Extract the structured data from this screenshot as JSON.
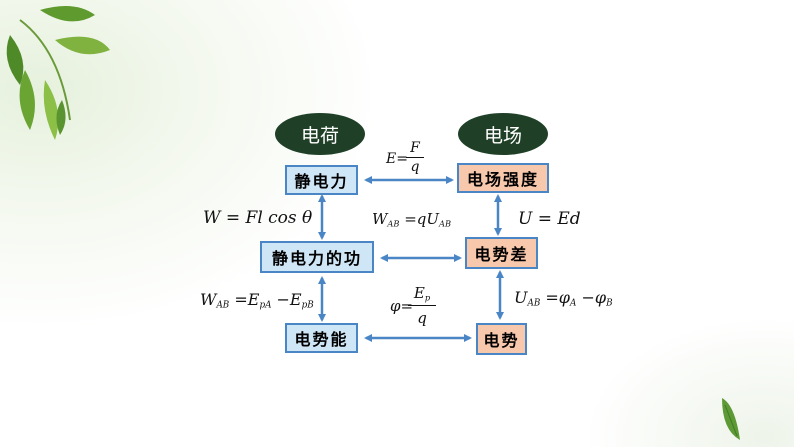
{
  "nodes": {
    "charge": "电荷",
    "field": "电场",
    "electrostatic_force": "静电力",
    "field_strength": "电场强度",
    "work": "静电力的功",
    "potential_difference": "电势差",
    "potential_energy": "电势能",
    "potential": "电势"
  },
  "formulas": {
    "e_lhs": "E=",
    "e_num": "F",
    "e_den": "q",
    "w_fl": "W = Fl cos θ",
    "wab_lhs": "W",
    "wab_sub": "AB",
    "wab_mid": " =qU",
    "wab_sub2": "AB",
    "u_ed": "U = Ed",
    "wab2_w": "W",
    "wab2_sub": "AB",
    "wab2_eq": " =E",
    "wab2_pa": "pA",
    "wab2_minus": " −E",
    "wab2_pb": "pB",
    "phi_lhs": "φ=",
    "phi_num": "E",
    "phi_num_sub": "p",
    "phi_den": "q",
    "uab_u": "U",
    "uab_sub": "AB",
    "uab_eq": " =φ",
    "uab_a": "A",
    "uab_minus": " −φ",
    "uab_b": "B"
  },
  "colors": {
    "oval": "#1f4027",
    "blue_box": "#cfe6f7",
    "peach_box": "#f8c8ad",
    "border": "#4a86c5",
    "arrow": "#4a86c5"
  }
}
